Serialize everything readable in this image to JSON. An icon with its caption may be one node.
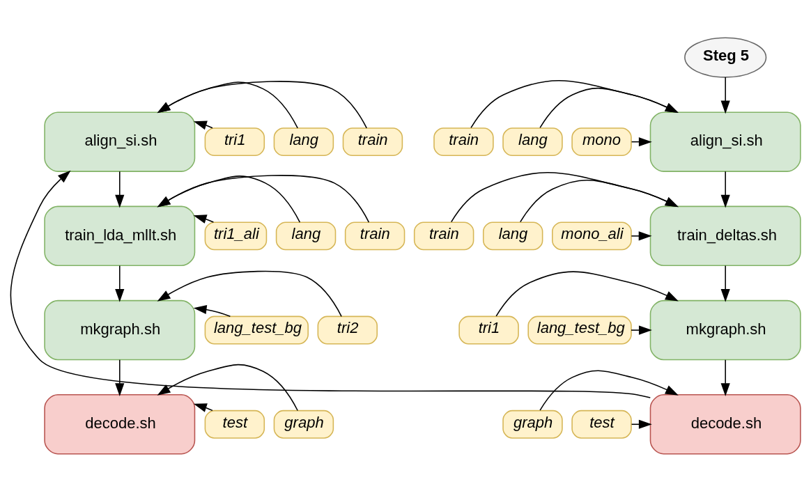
{
  "diagram": {
    "nodes": [
      {
        "text": [
          "Steg 5"
        ]
      },
      {
        "text": [
          "align_si.sh"
        ]
      },
      {
        "text": [
          "train"
        ]
      },
      {
        "text": [
          "lang"
        ]
      },
      {
        "text": [
          "mono"
        ]
      },
      {
        "text": [
          "train_deltas.sh"
        ]
      },
      {
        "text": [
          "train"
        ]
      },
      {
        "text": [
          "lang"
        ]
      },
      {
        "text": [
          "mono_ali"
        ]
      },
      {
        "text": [
          "mkgraph.sh"
        ]
      },
      {
        "text": [
          "tri1"
        ]
      },
      {
        "text": [
          "lang_test_bg"
        ]
      },
      {
        "text": [
          "decode.sh"
        ]
      },
      {
        "text": [
          "graph"
        ]
      },
      {
        "text": [
          "test"
        ]
      },
      {
        "text": [
          "align_si.sh"
        ]
      },
      {
        "text": [
          "train"
        ]
      },
      {
        "text": [
          "lang"
        ]
      },
      {
        "text": [
          "tri1"
        ]
      },
      {
        "text": [
          "train_lda_mllt.sh"
        ]
      },
      {
        "text": [
          "train"
        ]
      },
      {
        "text": [
          "lang"
        ]
      },
      {
        "text": [
          "tri1_ali"
        ]
      },
      {
        "text": [
          "mkgraph.sh"
        ]
      },
      {
        "text": [
          "tri2"
        ]
      },
      {
        "text": [
          "lang_test_bg"
        ]
      },
      {
        "text": [
          "decode.sh"
        ]
      },
      {
        "text": [
          "graph"
        ]
      },
      {
        "text": [
          "test"
        ]
      }
    ],
    "edges": [
      {
        "from": 0,
        "to": 1,
        "arrow": "to"
      },
      {
        "from": 2,
        "to": 1,
        "arrow": "to"
      },
      {
        "from": 3,
        "to": 1,
        "arrow": "to"
      },
      {
        "from": 4,
        "to": 1,
        "arrow": "to"
      },
      {
        "from": 1,
        "to": 5,
        "arrow": "to"
      },
      {
        "from": 6,
        "to": 5,
        "arrow": "to"
      },
      {
        "from": 7,
        "to": 5,
        "arrow": "to"
      },
      {
        "from": 8,
        "to": 5,
        "arrow": "to"
      },
      {
        "from": 5,
        "to": 9,
        "arrow": "to"
      },
      {
        "from": 10,
        "to": 9,
        "arrow": "to"
      },
      {
        "from": 11,
        "to": 9,
        "arrow": "to"
      },
      {
        "from": 9,
        "to": 12,
        "arrow": "to"
      },
      {
        "from": 13,
        "to": 12,
        "arrow": "to"
      },
      {
        "from": 14,
        "to": 12,
        "arrow": "to"
      },
      {
        "from": 12,
        "to": 15,
        "arrow": "to"
      },
      {
        "from": 16,
        "to": 15,
        "arrow": "to"
      },
      {
        "from": 17,
        "to": 15,
        "arrow": "to"
      },
      {
        "from": 18,
        "to": 15,
        "arrow": "to"
      },
      {
        "from": 15,
        "to": 19,
        "arrow": "to"
      },
      {
        "from": 20,
        "to": 19,
        "arrow": "to"
      },
      {
        "from": 21,
        "to": 19,
        "arrow": "to"
      },
      {
        "from": 22,
        "to": 19,
        "arrow": "to"
      },
      {
        "from": 19,
        "to": 23,
        "arrow": "to"
      },
      {
        "from": 24,
        "to": 23,
        "arrow": "to"
      },
      {
        "from": 25,
        "to": 23,
        "arrow": "to"
      },
      {
        "from": 23,
        "to": 26,
        "arrow": "to"
      },
      {
        "from": 27,
        "to": 26,
        "arrow": "to"
      },
      {
        "from": 28,
        "to": 26,
        "arrow": "to"
      }
    ]
  }
}
